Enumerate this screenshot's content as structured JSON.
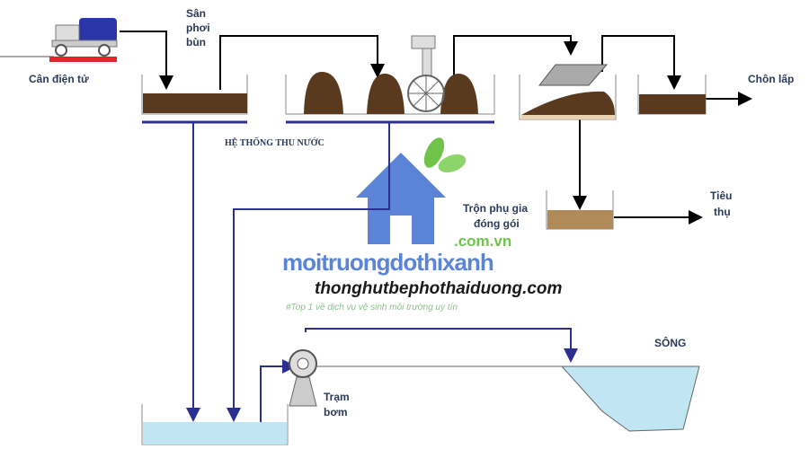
{
  "labels": {
    "scale": "Cân điện tử",
    "drying_bed_1": "Sân",
    "drying_bed_2": "phơi",
    "drying_bed_3": "bùn",
    "water_collection": "HỆ THỐNG THU NƯỚC",
    "landfill": "Chôn lấp",
    "mixing_1": "Trộn phụ gia",
    "mixing_2": "đóng gói",
    "consume_1": "Tiêu",
    "consume_2": "thụ",
    "pump_1": "Trạm",
    "pump_2": "bơm",
    "river": "SÔNG"
  },
  "watermark": {
    "domain_suffix": ".com.vn",
    "brand": "moitruongdothixanh",
    "tagline": "#Top 1 về dịch vụ vệ sinh môi trường uy tín",
    "site": "thonghutbephothaiduong.com"
  },
  "colors": {
    "pipe_blue": "#2b2f8f",
    "sludge": "#5a3a1e",
    "water": "#bfe6f2",
    "house": "#5b84d6",
    "leaf": "#6fc24a"
  }
}
